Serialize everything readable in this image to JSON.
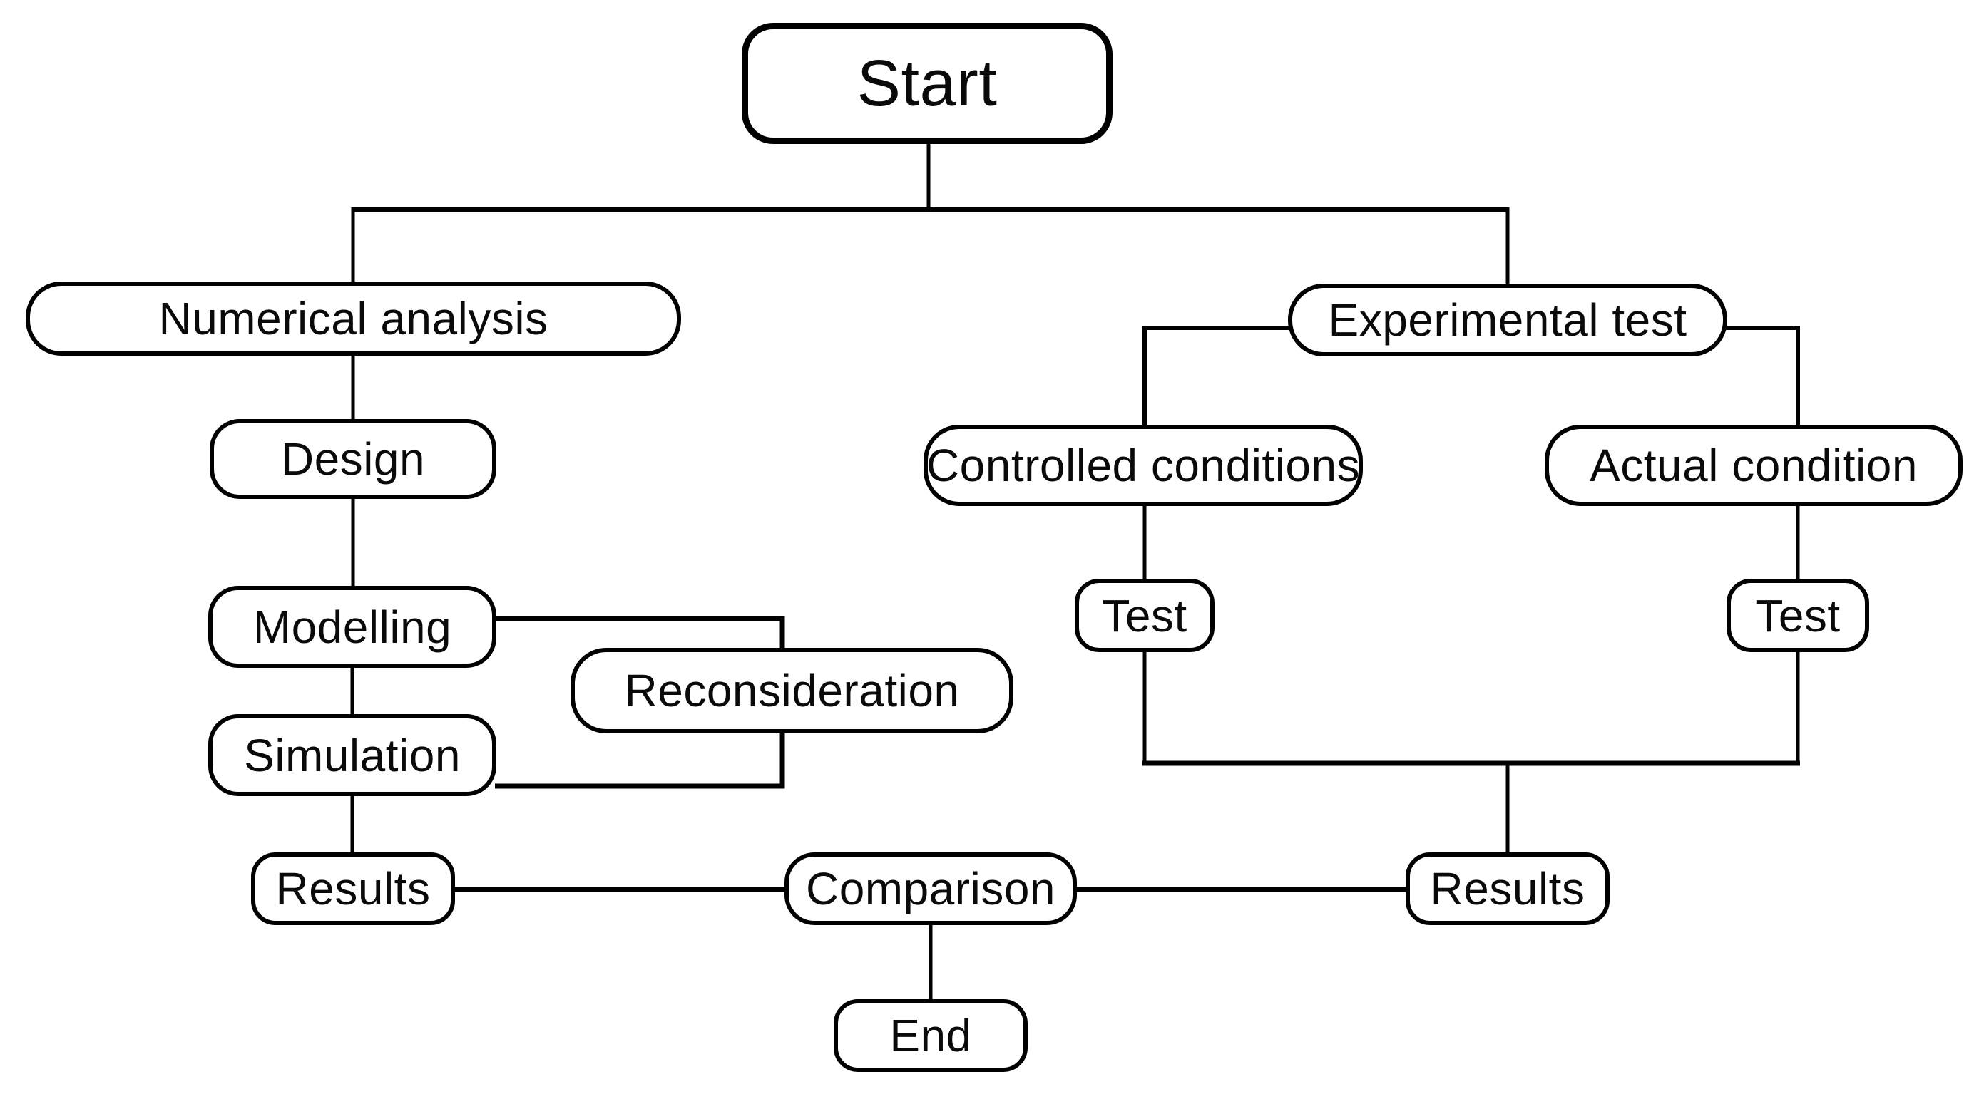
{
  "diagram": {
    "type": "flowchart",
    "background_color": "#ffffff",
    "box_fill_color": "#ffffff",
    "box_border_color": "#000000",
    "line_color": "#000000",
    "text_color": "#0a0a0a",
    "nodes": {
      "start": {
        "label": "Start"
      },
      "numerical_analysis": {
        "label": "Numerical analysis"
      },
      "experimental_test": {
        "label": "Experimental test"
      },
      "design": {
        "label": "Design"
      },
      "controlled_conditions": {
        "label": "Controlled conditions"
      },
      "actual_condition": {
        "label": "Actual condition"
      },
      "modelling": {
        "label": "Modelling"
      },
      "test_controlled": {
        "label": "Test"
      },
      "test_actual": {
        "label": "Test"
      },
      "reconsideration": {
        "label": "Reconsideration"
      },
      "simulation": {
        "label": "Simulation"
      },
      "results_numerical": {
        "label": "Results"
      },
      "comparison": {
        "label": "Comparison"
      },
      "results_experimental": {
        "label": "Results"
      },
      "end": {
        "label": "End"
      }
    },
    "edges": [
      {
        "from": "start",
        "to": "numerical_analysis"
      },
      {
        "from": "start",
        "to": "experimental_test"
      },
      {
        "from": "numerical_analysis",
        "to": "design"
      },
      {
        "from": "design",
        "to": "modelling"
      },
      {
        "from": "modelling",
        "to": "simulation"
      },
      {
        "from": "modelling",
        "to": "reconsideration"
      },
      {
        "from": "reconsideration",
        "to": "simulation"
      },
      {
        "from": "simulation",
        "to": "results_numerical"
      },
      {
        "from": "experimental_test",
        "to": "controlled_conditions"
      },
      {
        "from": "experimental_test",
        "to": "actual_condition"
      },
      {
        "from": "controlled_conditions",
        "to": "test_controlled"
      },
      {
        "from": "actual_condition",
        "to": "test_actual"
      },
      {
        "from": "test_controlled",
        "to": "results_experimental"
      },
      {
        "from": "test_actual",
        "to": "results_experimental"
      },
      {
        "from": "results_numerical",
        "to": "comparison"
      },
      {
        "from": "results_experimental",
        "to": "comparison"
      },
      {
        "from": "comparison",
        "to": "end"
      }
    ]
  }
}
